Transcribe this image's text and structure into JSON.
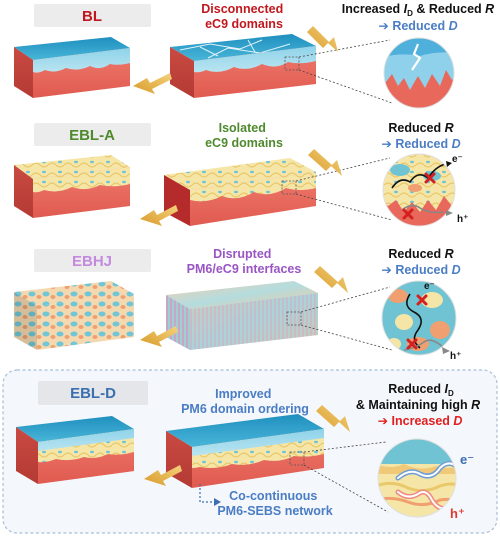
{
  "colors": {
    "bl_red": "#c0181e",
    "ebla_green": "#4f8a2e",
    "ebhj_purple": "#9a55c4",
    "ebld_blue": "#3a6fb0",
    "highlight_red": "#e02020",
    "text_blue": "#4a7dc4",
    "top_blue": "#2aa0c8",
    "substrate_red": "#e8685c",
    "arrow_gold": "#e8b84a",
    "panel_border": "#a8bfd8",
    "badge_bg": "#ececec"
  },
  "rows": [
    {
      "label": "BL",
      "middle_lines": [
        "Disconnected",
        "eC9 domains"
      ],
      "result_line1": {
        "pre": "Increased ",
        "var": "I",
        "sub": "D",
        "post": " & Reduced ",
        "var2": "R"
      },
      "result_line2": {
        "arrow": "➔",
        "text": "Reduced ",
        "var": "D"
      }
    },
    {
      "label": "EBL-A",
      "middle_lines": [
        "Isolated",
        "eC9 domains"
      ],
      "result_line1": {
        "pre": "Reduced ",
        "var": "R"
      },
      "result_line2": {
        "arrow": "➔",
        "text": "Reduced ",
        "var": "D"
      },
      "carriers": {
        "electron": "e⁻",
        "hole": "h⁺"
      }
    },
    {
      "label": "EBHJ",
      "middle_lines": [
        "Disrupted",
        "PM6/eC9 interfaces"
      ],
      "result_line1": {
        "pre": "Reduced ",
        "var": "R"
      },
      "result_line2": {
        "arrow": "➔",
        "text": "Reduced ",
        "var": "D"
      },
      "carriers": {
        "electron": "e⁻",
        "hole": "h⁺"
      }
    },
    {
      "label": "EBL-D",
      "middle_lines": [
        "Improved",
        "PM6 domain ordering"
      ],
      "bottom_lines": [
        "Co-continuous",
        "PM6-SEBS network"
      ],
      "result_line1": {
        "pre": "Reduced ",
        "var": "I",
        "sub": "D"
      },
      "result_line1b": {
        "pre": "& Maintaining high ",
        "var": "R"
      },
      "result_line2": {
        "arrow": "➔",
        "text": "Increased ",
        "var": "D"
      },
      "carriers": {
        "electron": "e⁻",
        "hole": "h⁺"
      }
    }
  ]
}
